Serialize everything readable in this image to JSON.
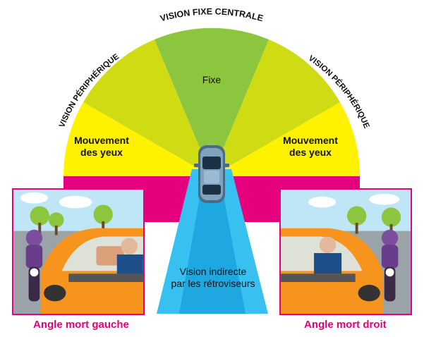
{
  "diagram": {
    "arc_labels": {
      "top": "VISION FIXE CENTRALE",
      "left": "VISION PÉRIPHÉRIQUE",
      "right": "VISION PÉRIPHÉRIQUE"
    },
    "zones": {
      "fixed": "Fixe",
      "eye_left_line1": "Mouvement",
      "eye_left_line2": "des yeux",
      "eye_right_line1": "Mouvement",
      "eye_right_line2": "des yeux",
      "mirror_line1": "Vision indirecte",
      "mirror_line2": "par les rétroviseurs"
    },
    "captions": {
      "left": "Angle mort gauche",
      "right": "Angle mort droit"
    },
    "colors": {
      "central_green": "#8cc63f",
      "peripheral_lime": "#cfdc14",
      "eye_yellow": "#fff200",
      "blind_magenta": "#e5007d",
      "mirror_blue": "#1ea7e1",
      "mirror_blue_light": "#38c0f0",
      "car_orange": "#f7941d",
      "rider_purple": "#7d4e9e"
    }
  }
}
